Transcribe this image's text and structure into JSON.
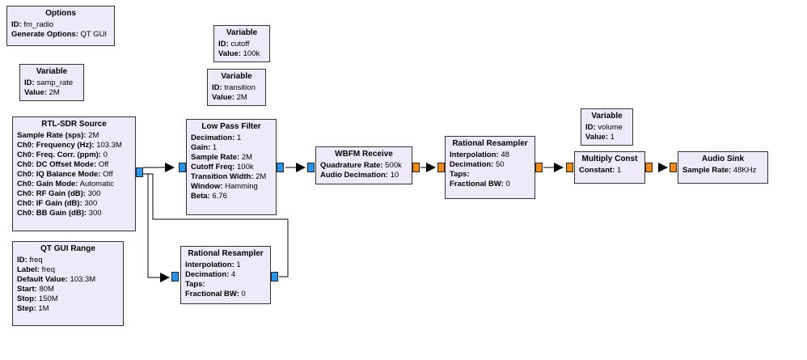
{
  "blocks": {
    "options": {
      "title": "Options",
      "rows": [
        [
          "ID:",
          "fm_radio"
        ],
        [
          "Generate Options:",
          "QT GUI"
        ]
      ]
    },
    "var_samp_rate": {
      "title": "Variable",
      "rows": [
        [
          "ID:",
          "samp_rate"
        ],
        [
          "Value:",
          "2M"
        ]
      ]
    },
    "var_cutoff": {
      "title": "Variable",
      "rows": [
        [
          "ID:",
          "cutoff"
        ],
        [
          "Value:",
          "100k"
        ]
      ]
    },
    "var_transition": {
      "title": "Variable",
      "rows": [
        [
          "ID:",
          "transition"
        ],
        [
          "Value:",
          "2M"
        ]
      ]
    },
    "var_volume": {
      "title": "Variable",
      "rows": [
        [
          "ID:",
          "volume"
        ],
        [
          "Value:",
          "1"
        ]
      ]
    },
    "rtl_sdr_source": {
      "title": "RTL-SDR Source",
      "rows": [
        [
          "Sample Rate (sps):",
          "2M"
        ],
        [
          "Ch0: Frequency (Hz):",
          "103.3M"
        ],
        [
          "Ch0: Freq. Corr. (ppm):",
          "0"
        ],
        [
          "Ch0: DC Offset Mode:",
          "Off"
        ],
        [
          "Ch0: IQ Balance Mode:",
          "Off"
        ],
        [
          "Ch0: Gain Mode:",
          "Automatic"
        ],
        [
          "Ch0: RF Gain (dB):",
          "300"
        ],
        [
          "Ch0: IF Gain (dB):",
          "300"
        ],
        [
          "Ch0: BB Gain (dB):",
          "300"
        ]
      ]
    },
    "qt_gui_range": {
      "title": "QT GUI Range",
      "rows": [
        [
          "ID:",
          "freq"
        ],
        [
          "Label:",
          "freq"
        ],
        [
          "Default Value:",
          "103.3M"
        ],
        [
          "Start:",
          "80M"
        ],
        [
          "Stop:",
          "150M"
        ],
        [
          "Step:",
          "1M"
        ]
      ]
    },
    "low_pass_filter": {
      "title": "Low Pass Filter",
      "rows": [
        [
          "Decimation:",
          "1"
        ],
        [
          "Gain:",
          "1"
        ],
        [
          "Sample Rate:",
          "2M"
        ],
        [
          "Cutoff Freq:",
          "100k"
        ],
        [
          "Transition Width:",
          "2M"
        ],
        [
          "Window:",
          "Hamming"
        ],
        [
          "Beta:",
          "6.76"
        ]
      ]
    },
    "rational_resampler_lower": {
      "title": "Rational Resampler",
      "rows": [
        [
          "Interpolation:",
          "1"
        ],
        [
          "Decimation:",
          "4"
        ],
        [
          "Taps:",
          ""
        ],
        [
          "Fractional BW:",
          "0"
        ]
      ]
    },
    "wbfm_receive": {
      "title": "WBFM Receive",
      "rows": [
        [
          "Quadrature Rate:",
          "500k"
        ],
        [
          "Audio Decimation:",
          "10"
        ]
      ]
    },
    "rational_resampler_upper": {
      "title": "Rational Resampler",
      "rows": [
        [
          "Interpolation:",
          "48"
        ],
        [
          "Decimation:",
          "50"
        ],
        [
          "Taps:",
          ""
        ],
        [
          "Fractional BW:",
          "0"
        ]
      ]
    },
    "multiply_const": {
      "title": "Multiply Const",
      "rows": [
        [
          "Constant:",
          "1"
        ]
      ]
    },
    "audio_sink": {
      "title": "Audio Sink",
      "rows": [
        [
          "Sample Rate:",
          "48KHz"
        ]
      ]
    }
  },
  "colors": {
    "block_fill": "#eeeaf9",
    "complex_port": "#2b93e8",
    "float_port": "#f08a16",
    "wire": "#000000"
  }
}
